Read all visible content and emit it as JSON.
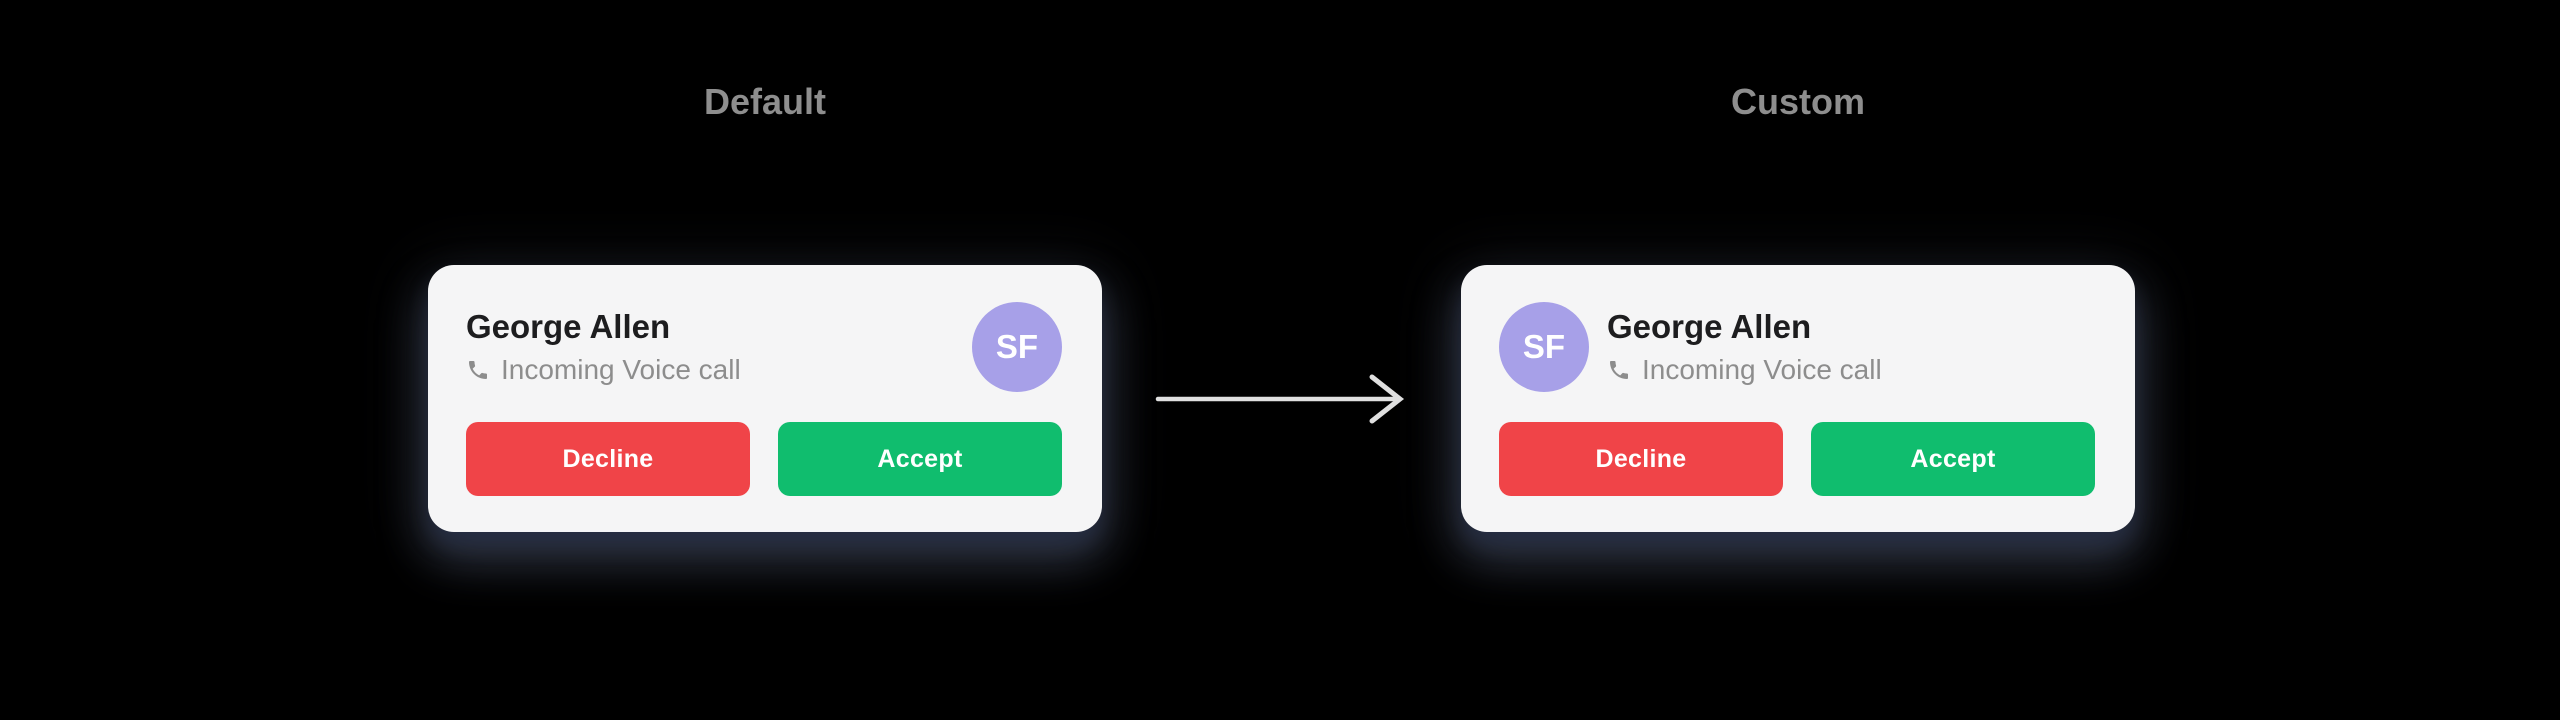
{
  "colors": {
    "page-bg": "#000000",
    "card-bg": "#f5f5f6",
    "name-dark": "#1d1d1f",
    "text-gray": "#8d8d8d",
    "title-gray": "#8e8e8e",
    "accent-red": "#f04448",
    "accent-green": "#10bd6e",
    "avatar-purple": "#a7a0e8",
    "arrow-gray": "#e0e0e0",
    "on-accent": "#ffffff"
  },
  "sections": [
    {
      "title": "Default",
      "card": {
        "caller_name": "George Allen",
        "call_type": "Incoming Voice call",
        "avatar_initials": "SF",
        "avatar_position": "right",
        "buttons": {
          "decline": "Decline",
          "accept": "Accept"
        },
        "icons": {
          "call_type": "phone-icon"
        }
      }
    },
    {
      "title": "Custom",
      "card": {
        "caller_name": "George Allen",
        "call_type": "Incoming Voice call",
        "avatar_initials": "SF",
        "avatar_position": "left",
        "buttons": {
          "decline": "Decline",
          "accept": "Accept"
        },
        "icons": {
          "call_type": "phone-icon"
        }
      }
    }
  ],
  "arrow": {
    "direction": "right",
    "icon": "arrow-right-icon"
  }
}
